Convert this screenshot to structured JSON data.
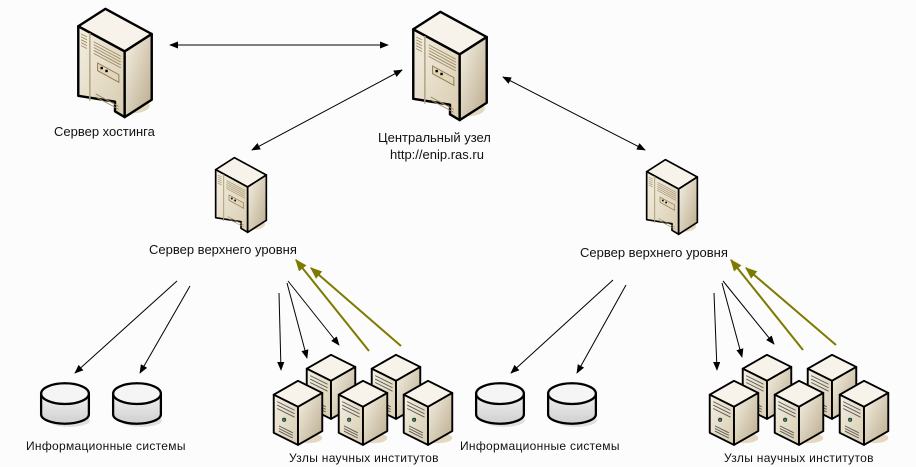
{
  "diagram": {
    "hosting_server": {
      "label": "Сервер хостинга"
    },
    "central_node": {
      "label_line1": "Центральный узел",
      "label_line2": "http://enip.ras.ru"
    },
    "left_branch": {
      "server_label": "Сервер верхнего уровня",
      "info_systems_label": "Информационные системы",
      "institutes_label": "Узлы научных институтов",
      "info_system_count": 2,
      "institute_node_count": 5
    },
    "right_branch": {
      "server_label": "Сервер верхнего уровня",
      "info_systems_label": "Информационные системы",
      "institutes_label": "Узлы научных институтов",
      "info_system_count": 2,
      "institute_node_count": 5
    },
    "colors": {
      "background": "#fcfcfc",
      "arrow": "#000000",
      "feedback_arrow": "#7d7a00",
      "server_body": "#e6dcc6",
      "server_shadow": "#e4d9c0",
      "database_body": "#e2e2e2"
    }
  }
}
